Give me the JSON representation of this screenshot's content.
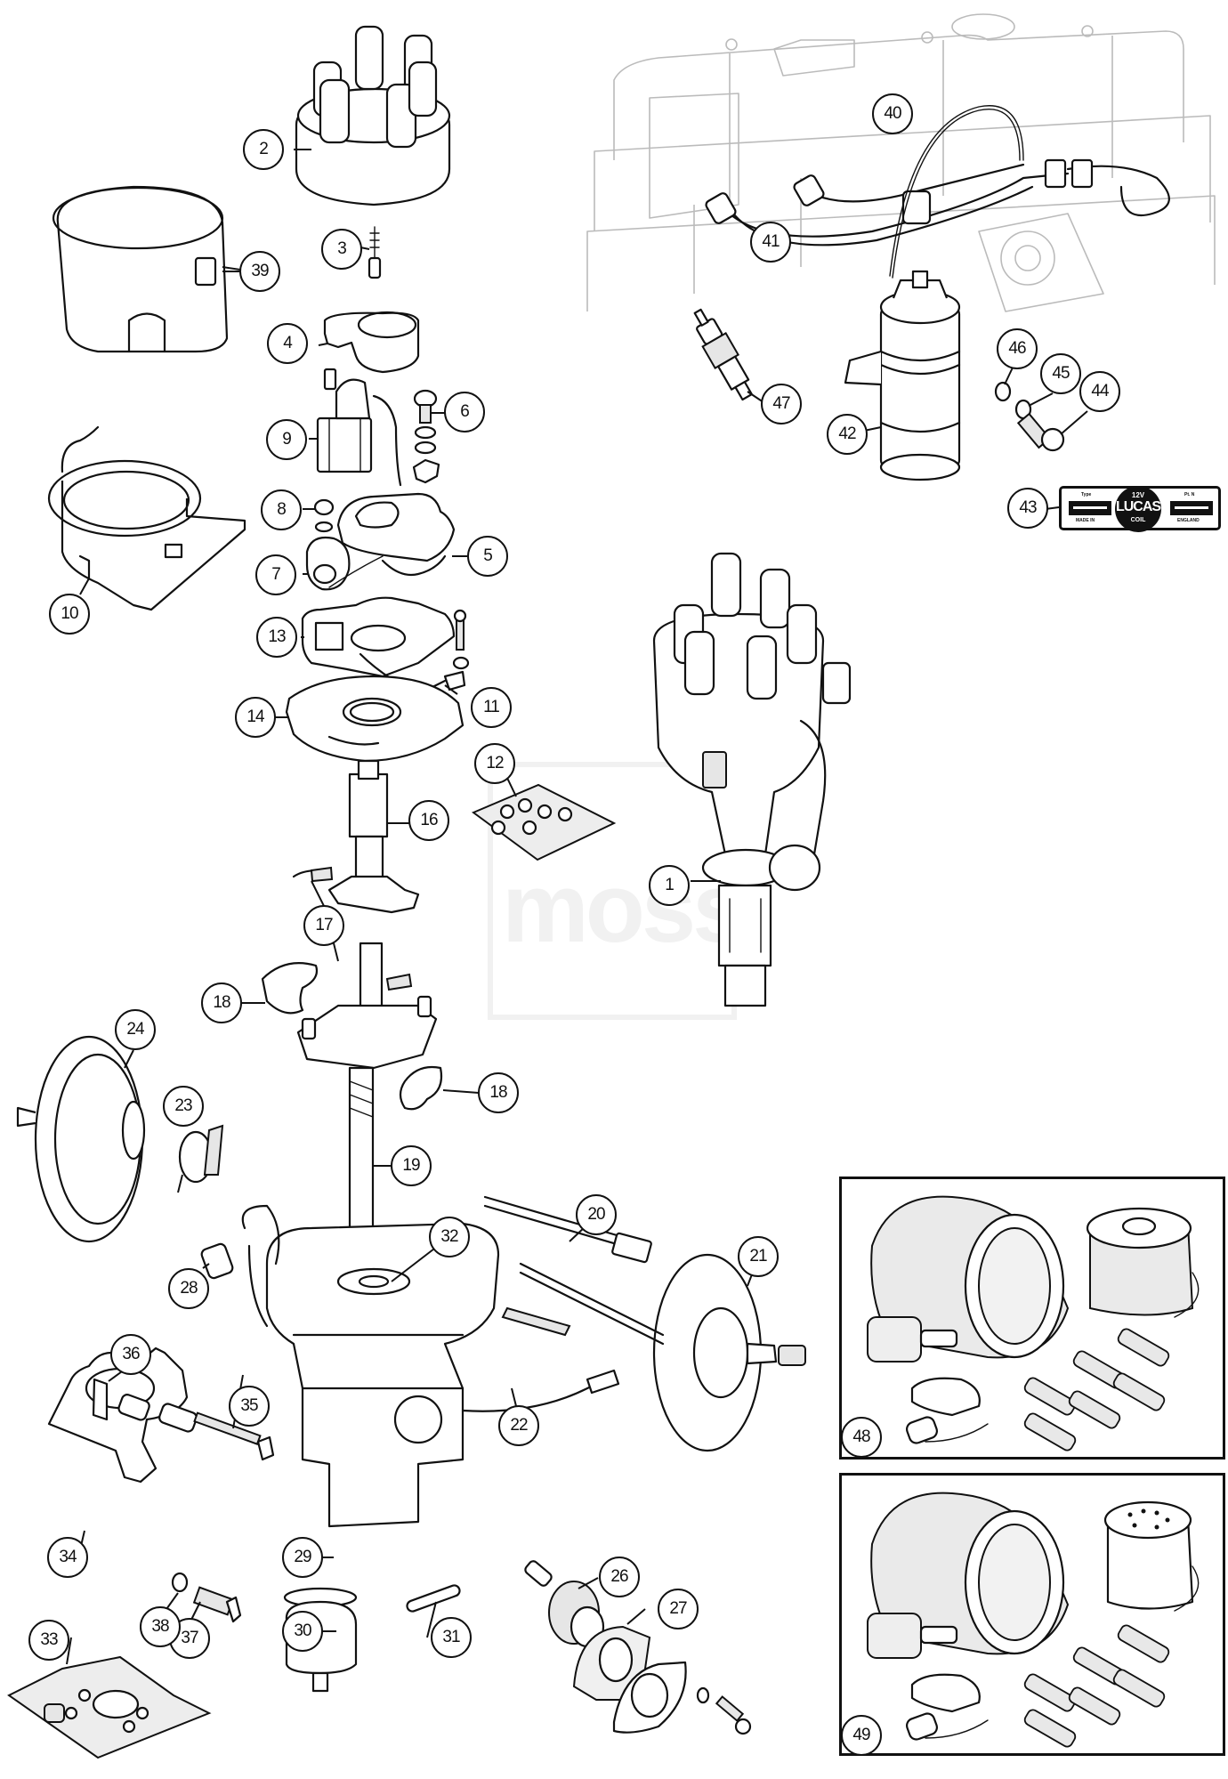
{
  "diagram": {
    "title": "Lucas distributor, ignition coil, HT leads and tune-up kits — exploded parts view",
    "watermark": "moss",
    "colors": {
      "line": "#111111",
      "engine_ghost": "#bbbbbb",
      "watermark": "#f1f1f1",
      "background": "#ffffff"
    },
    "callouts": [
      {
        "id": "1",
        "label": "1"
      },
      {
        "id": "2",
        "label": "2"
      },
      {
        "id": "3",
        "label": "3"
      },
      {
        "id": "4",
        "label": "4"
      },
      {
        "id": "5",
        "label": "5"
      },
      {
        "id": "6",
        "label": "6"
      },
      {
        "id": "7",
        "label": "7"
      },
      {
        "id": "8",
        "label": "8"
      },
      {
        "id": "9",
        "label": "9"
      },
      {
        "id": "10",
        "label": "10"
      },
      {
        "id": "11",
        "label": "11"
      },
      {
        "id": "12",
        "label": "12"
      },
      {
        "id": "13",
        "label": "13"
      },
      {
        "id": "14",
        "label": "14"
      },
      {
        "id": "16",
        "label": "16"
      },
      {
        "id": "17",
        "label": "17"
      },
      {
        "id": "18a",
        "label": "18"
      },
      {
        "id": "18b",
        "label": "18"
      },
      {
        "id": "19",
        "label": "19"
      },
      {
        "id": "20",
        "label": "20"
      },
      {
        "id": "21",
        "label": "21"
      },
      {
        "id": "22",
        "label": "22"
      },
      {
        "id": "23",
        "label": "23"
      },
      {
        "id": "24",
        "label": "24"
      },
      {
        "id": "26",
        "label": "26"
      },
      {
        "id": "27",
        "label": "27"
      },
      {
        "id": "28",
        "label": "28"
      },
      {
        "id": "29",
        "label": "29"
      },
      {
        "id": "30",
        "label": "30"
      },
      {
        "id": "31",
        "label": "31"
      },
      {
        "id": "32",
        "label": "32"
      },
      {
        "id": "33",
        "label": "33"
      },
      {
        "id": "34",
        "label": "34"
      },
      {
        "id": "35",
        "label": "35"
      },
      {
        "id": "36",
        "label": "36"
      },
      {
        "id": "37",
        "label": "37"
      },
      {
        "id": "38",
        "label": "38"
      },
      {
        "id": "39",
        "label": "39"
      },
      {
        "id": "40",
        "label": "40"
      },
      {
        "id": "41",
        "label": "41"
      },
      {
        "id": "42",
        "label": "42"
      },
      {
        "id": "43",
        "label": "43"
      },
      {
        "id": "44",
        "label": "44"
      },
      {
        "id": "45",
        "label": "45"
      },
      {
        "id": "46",
        "label": "46"
      },
      {
        "id": "47",
        "label": "47"
      },
      {
        "id": "48",
        "label": "48"
      },
      {
        "id": "49",
        "label": "49"
      }
    ],
    "coil_badge": {
      "voltage": "12V",
      "brand": "LUCAS",
      "type": "COIL",
      "left_top": "Type",
      "left_bottom": "MADE IN",
      "right_top": "Pt. N",
      "right_bottom": "ENGLAND"
    }
  }
}
